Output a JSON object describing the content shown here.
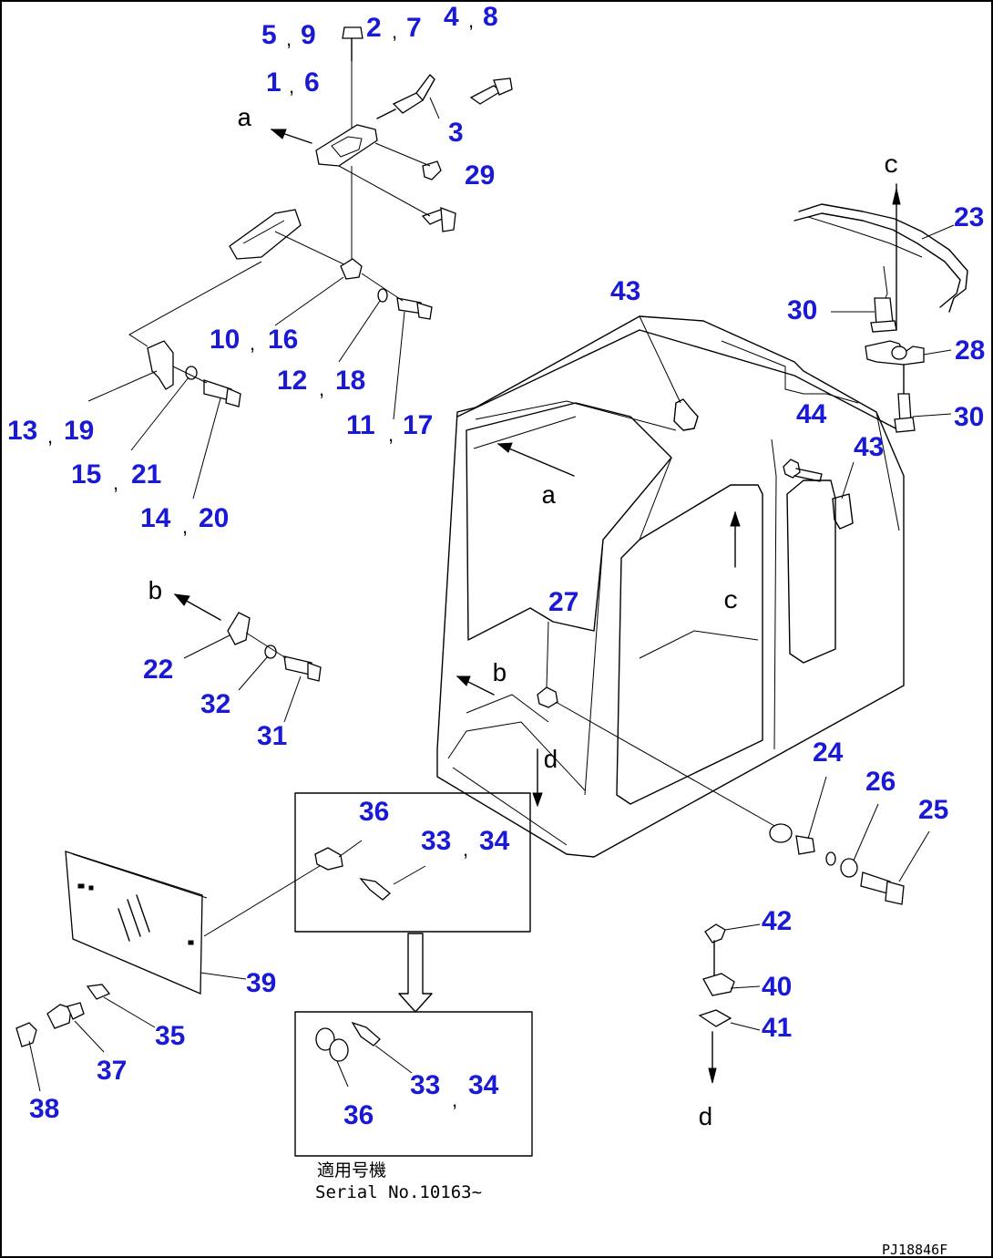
{
  "colors": {
    "callout": "#1a1ad6",
    "line": "#000000",
    "background": "#ffffff"
  },
  "callouts": {
    "c5": "5",
    "c9": "9",
    "c2": "2",
    "c7": "7",
    "c4": "4",
    "c8": "8",
    "c1": "1",
    "c6": "6",
    "c3": "3",
    "c29": "29",
    "c10": "10",
    "c16": "16",
    "c12": "12",
    "c18": "18",
    "c11": "11",
    "c17": "17",
    "c13": "13",
    "c19": "19",
    "c15": "15",
    "c21": "21",
    "c14": "14",
    "c20": "20",
    "c22": "22",
    "c32": "32",
    "c31": "31",
    "c43a": "43",
    "c43b": "43",
    "c44": "44",
    "c27": "27",
    "c23": "23",
    "c30a": "30",
    "c28": "28",
    "c30b": "30",
    "c24": "24",
    "c26": "26",
    "c25": "25",
    "c36a": "36",
    "c33a": "33",
    "c34a": "34",
    "c39": "39",
    "c35": "35",
    "c37": "37",
    "c38": "38",
    "c42": "42",
    "c40": "40",
    "c41": "41",
    "c33b": "33",
    "c34b": "34",
    "c36b": "36"
  },
  "separator": ",",
  "view_refs": {
    "a_top": "a",
    "a_cab": "a",
    "b_left": "b",
    "b_cab": "b",
    "c_top": "c",
    "c_cab": "c",
    "d_cab": "d",
    "d_bottom": "d"
  },
  "serial_note": {
    "line1": "適用号機",
    "line2": "Serial No.10163~"
  },
  "drawing_code": "PJ18846F"
}
